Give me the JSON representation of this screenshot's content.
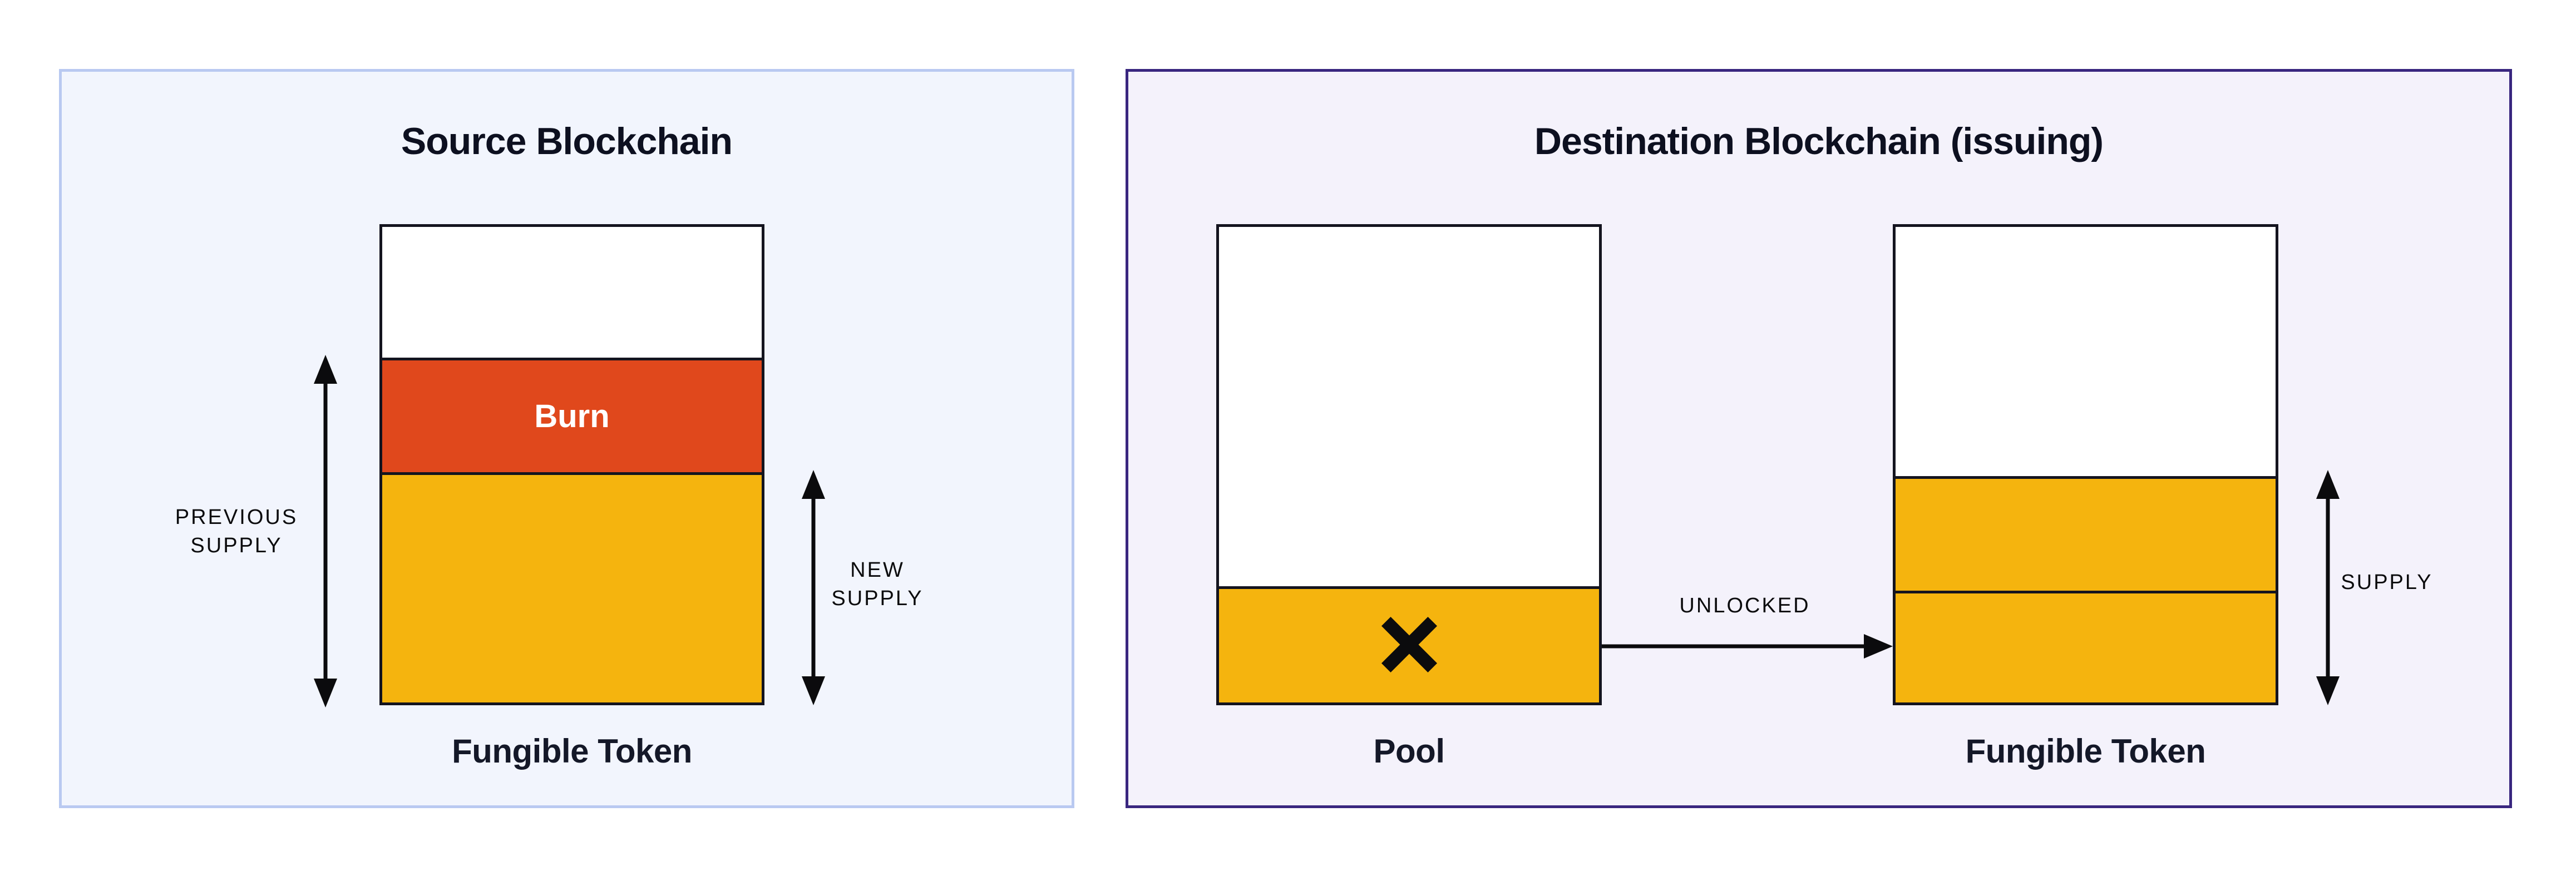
{
  "source_panel": {
    "title": "Source Blockchain",
    "previous_supply_label": {
      "line1": "PREVIOUS",
      "line2": "SUPPLY"
    },
    "new_supply_label": {
      "line1": "NEW",
      "line2": "SUPPLY"
    },
    "bar": {
      "burn_label": "Burn",
      "caption": "Fungible Token",
      "sections": [
        {
          "name": "unissued",
          "fill": "#ffffff",
          "share": 0.27
        },
        {
          "name": "burn",
          "fill": "#e0481c",
          "share": 0.24,
          "label": "Burn"
        },
        {
          "name": "remaining-supply",
          "fill": "#f5b40e",
          "share": 0.49
        }
      ]
    }
  },
  "destination_panel": {
    "title": "Destination Blockchain (issuing)",
    "unlocked_label": "UNLOCKED",
    "supply_label": "SUPPLY",
    "pool_bar": {
      "caption": "Pool",
      "sections": [
        {
          "name": "empty",
          "fill": "#ffffff",
          "share": 0.75
        },
        {
          "name": "locked-tokens",
          "fill": "#f5b40e",
          "share": 0.25,
          "icon": "x-mark"
        }
      ]
    },
    "token_bar": {
      "caption": "Fungible Token",
      "sections": [
        {
          "name": "unissued",
          "fill": "#ffffff",
          "share": 0.52
        },
        {
          "name": "existing-supply",
          "fill": "#f5b40e",
          "share": 0.24
        },
        {
          "name": "unlocked-supply",
          "fill": "#f5b40e",
          "share": 0.24
        }
      ]
    }
  },
  "colors": {
    "page_background": "#ffffff",
    "source_panel_background": "#f2f5fd",
    "source_panel_border": "#b9c9f1",
    "destination_panel_background": "#f4f2fb",
    "destination_panel_border": "#39267f",
    "bar_outline": "#14141f",
    "burn_orange": "#e0481c",
    "token_yellow": "#f5b40e",
    "title_text": "#0d1020",
    "caption_text": "#141828",
    "label_text": "#0b0b0d",
    "burn_label_text": "#ffffff",
    "arrow_black": "#0b0b0d"
  }
}
